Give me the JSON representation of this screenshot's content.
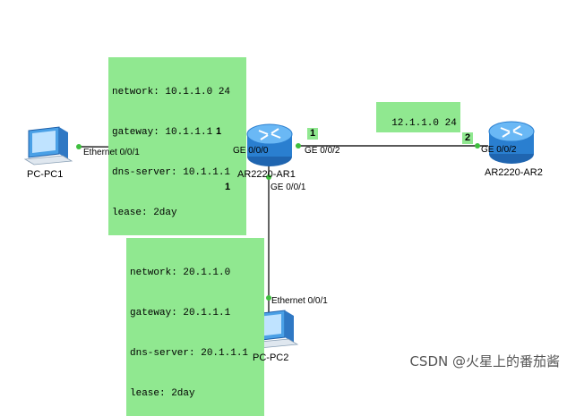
{
  "devices": {
    "pc1": "PC-PC1",
    "pc2": "PC-PC2",
    "ar1": "AR2220-AR1",
    "ar2": "AR2220-AR2"
  },
  "ports": {
    "pc1_eth": "Ethernet 0/0/1",
    "ar1_ge000": "GE 0/0/0",
    "ar1_ge002": "GE 0/0/2",
    "ar1_ge001": "GE 0/0/1",
    "ar2_ge002": "GE 0/0/2",
    "pc2_eth": "Ethernet 0/0/1"
  },
  "tags": {
    "ar1_ge000": "1",
    "ar1_ge002": "1",
    "ar1_ge001": "1",
    "ar2_ge002": "2"
  },
  "notes": {
    "dhcp1": [
      "network: 10.1.1.0 24",
      "gateway: 10.1.1.1",
      "dns-server: 10.1.1.1",
      "lease: 2day"
    ],
    "link12": "12.1.1.0 24",
    "dhcp2": [
      "network: 20.1.1.0",
      "gateway: 20.1.1.1",
      "dns-server: 20.1.1.1",
      "lease: 2day"
    ]
  },
  "watermark": "CSDN @火星上的番茄酱",
  "colors": {
    "note_bg": "#90e890",
    "port_dot": "#3fbf3f",
    "link": "#222222",
    "router": "#2a7fd0"
  }
}
